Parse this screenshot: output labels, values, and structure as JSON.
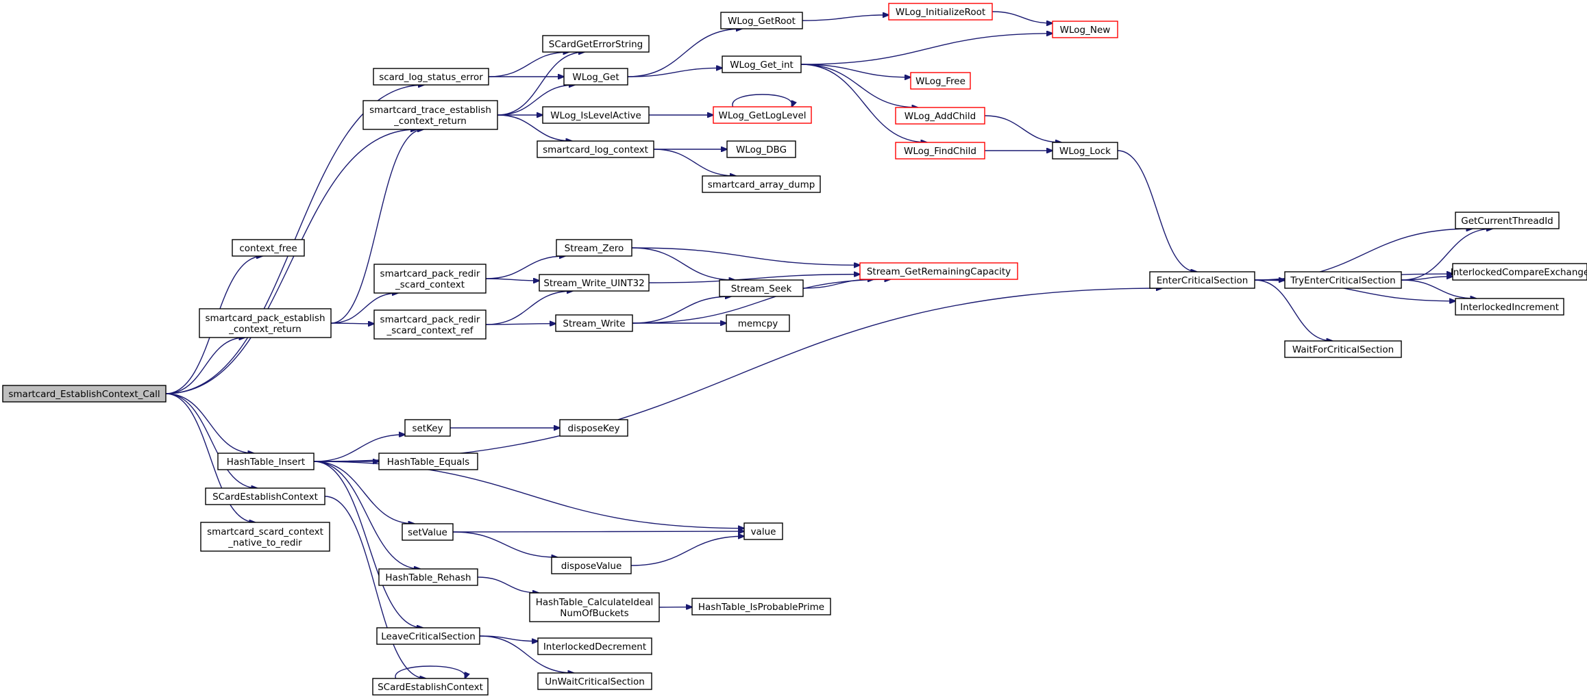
{
  "nodes": [
    {
      "id": "root",
      "lines": [
        "smartcard_EstablishContext_Call"
      ],
      "style": "root"
    },
    {
      "id": "context_free",
      "lines": [
        "context_free"
      ],
      "style": "normal"
    },
    {
      "id": "scard_log_status_error",
      "lines": [
        "scard_log_status_error"
      ],
      "style": "normal"
    },
    {
      "id": "smartcard_trace",
      "lines": [
        "smartcard_trace_establish",
        "_context_return"
      ],
      "style": "normal"
    },
    {
      "id": "smartcard_pack_establish",
      "lines": [
        "smartcard_pack_establish",
        "_context_return"
      ],
      "style": "normal"
    },
    {
      "id": "HashTable_Insert",
      "lines": [
        "HashTable_Insert"
      ],
      "style": "normal"
    },
    {
      "id": "SCardEstablishContext1",
      "lines": [
        "SCardEstablishContext"
      ],
      "style": "normal"
    },
    {
      "id": "smartcard_scard_native",
      "lines": [
        "smartcard_scard_context",
        "_native_to_redir"
      ],
      "style": "normal"
    },
    {
      "id": "SCardGetErrorString",
      "lines": [
        "SCardGetErrorString"
      ],
      "style": "normal"
    },
    {
      "id": "WLog_Get",
      "lines": [
        "WLog_Get"
      ],
      "style": "normal"
    },
    {
      "id": "WLog_IsLevelActive",
      "lines": [
        "WLog_IsLevelActive"
      ],
      "style": "normal"
    },
    {
      "id": "smartcard_log_context",
      "lines": [
        "smartcard_log_context"
      ],
      "style": "normal"
    },
    {
      "id": "WLog_GetRoot",
      "lines": [
        "WLog_GetRoot"
      ],
      "style": "normal"
    },
    {
      "id": "WLog_Get_int",
      "lines": [
        "WLog_Get_int"
      ],
      "style": "normal"
    },
    {
      "id": "WLog_InitializeRoot",
      "lines": [
        "WLog_InitializeRoot"
      ],
      "style": "red"
    },
    {
      "id": "WLog_New",
      "lines": [
        "WLog_New"
      ],
      "style": "red"
    },
    {
      "id": "WLog_Free",
      "lines": [
        "WLog_Free"
      ],
      "style": "red"
    },
    {
      "id": "WLog_AddChild",
      "lines": [
        "WLog_AddChild"
      ],
      "style": "red"
    },
    {
      "id": "WLog_FindChild",
      "lines": [
        "WLog_FindChild"
      ],
      "style": "red"
    },
    {
      "id": "WLog_Lock",
      "lines": [
        "WLog_Lock"
      ],
      "style": "normal"
    },
    {
      "id": "WLog_GetLogLevel",
      "lines": [
        "WLog_GetLogLevel"
      ],
      "style": "red"
    },
    {
      "id": "WLog_DBG",
      "lines": [
        "WLog_DBG"
      ],
      "style": "normal"
    },
    {
      "id": "smartcard_array_dump",
      "lines": [
        "smartcard_array_dump"
      ],
      "style": "normal"
    },
    {
      "id": "smartcard_pack_redir_ctx",
      "lines": [
        "smartcard_pack_redir",
        "_scard_context"
      ],
      "style": "normal"
    },
    {
      "id": "smartcard_pack_redir_ref",
      "lines": [
        "smartcard_pack_redir",
        "_scard_context_ref"
      ],
      "style": "normal"
    },
    {
      "id": "Stream_Zero",
      "lines": [
        "Stream_Zero"
      ],
      "style": "normal"
    },
    {
      "id": "Stream_Write_UINT32",
      "lines": [
        "Stream_Write_UINT32"
      ],
      "style": "normal"
    },
    {
      "id": "Stream_Write",
      "lines": [
        "Stream_Write"
      ],
      "style": "normal"
    },
    {
      "id": "Stream_Seek",
      "lines": [
        "Stream_Seek"
      ],
      "style": "normal"
    },
    {
      "id": "memcpy",
      "lines": [
        "memcpy"
      ],
      "style": "normal"
    },
    {
      "id": "Stream_GetRemainingCapacity",
      "lines": [
        "Stream_GetRemainingCapacity"
      ],
      "style": "red"
    },
    {
      "id": "EnterCriticalSection",
      "lines": [
        "EnterCriticalSection"
      ],
      "style": "normal"
    },
    {
      "id": "GetCurrentThreadId",
      "lines": [
        "GetCurrentThreadId"
      ],
      "style": "normal"
    },
    {
      "id": "TryEnterCriticalSection",
      "lines": [
        "TryEnterCriticalSection"
      ],
      "style": "normal"
    },
    {
      "id": "InterlockedCompareExchange",
      "lines": [
        "InterlockedCompareExchange"
      ],
      "style": "normal"
    },
    {
      "id": "InterlockedIncrement",
      "lines": [
        "InterlockedIncrement"
      ],
      "style": "normal"
    },
    {
      "id": "WaitForCriticalSection",
      "lines": [
        "WaitForCriticalSection"
      ],
      "style": "normal"
    },
    {
      "id": "setKey",
      "lines": [
        "setKey"
      ],
      "style": "normal"
    },
    {
      "id": "disposeKey",
      "lines": [
        "disposeKey"
      ],
      "style": "normal"
    },
    {
      "id": "HashTable_Equals",
      "lines": [
        "HashTable_Equals"
      ],
      "style": "normal"
    },
    {
      "id": "setValue",
      "lines": [
        "setValue"
      ],
      "style": "normal"
    },
    {
      "id": "value",
      "lines": [
        "value"
      ],
      "style": "normal"
    },
    {
      "id": "disposeValue",
      "lines": [
        "disposeValue"
      ],
      "style": "normal"
    },
    {
      "id": "HashTable_Rehash",
      "lines": [
        "HashTable_Rehash"
      ],
      "style": "normal"
    },
    {
      "id": "HashTable_CalculateIdeal",
      "lines": [
        "HashTable_CalculateIdeal",
        "NumOfBuckets"
      ],
      "style": "normal"
    },
    {
      "id": "HashTable_IsProbablePrime",
      "lines": [
        "HashTable_IsProbablePrime"
      ],
      "style": "normal"
    },
    {
      "id": "LeaveCriticalSection",
      "lines": [
        "LeaveCriticalSection"
      ],
      "style": "normal"
    },
    {
      "id": "InterlockedDecrement",
      "lines": [
        "InterlockedDecrement"
      ],
      "style": "normal"
    },
    {
      "id": "UnWaitCriticalSection",
      "lines": [
        "UnWaitCriticalSection"
      ],
      "style": "normal"
    },
    {
      "id": "SCardEstablishContext2",
      "lines": [
        "SCardEstablishContext"
      ],
      "style": "normal"
    }
  ],
  "edges": [
    [
      "root",
      "context_free"
    ],
    [
      "root",
      "scard_log_status_error"
    ],
    [
      "root",
      "smartcard_trace"
    ],
    [
      "root",
      "smartcard_pack_establish"
    ],
    [
      "root",
      "HashTable_Insert"
    ],
    [
      "root",
      "SCardEstablishContext1"
    ],
    [
      "root",
      "smartcard_scard_native"
    ],
    [
      "scard_log_status_error",
      "SCardGetErrorString"
    ],
    [
      "scard_log_status_error",
      "WLog_Get"
    ],
    [
      "smartcard_trace",
      "SCardGetErrorString"
    ],
    [
      "smartcard_trace",
      "WLog_Get"
    ],
    [
      "smartcard_trace",
      "WLog_IsLevelActive"
    ],
    [
      "smartcard_trace",
      "smartcard_log_context"
    ],
    [
      "WLog_Get",
      "WLog_GetRoot"
    ],
    [
      "WLog_Get",
      "WLog_Get_int"
    ],
    [
      "WLog_GetRoot",
      "WLog_InitializeRoot"
    ],
    [
      "WLog_InitializeRoot",
      "WLog_New"
    ],
    [
      "WLog_Get_int",
      "WLog_New"
    ],
    [
      "WLog_Get_int",
      "WLog_Free"
    ],
    [
      "WLog_Get_int",
      "WLog_AddChild"
    ],
    [
      "WLog_Get_int",
      "WLog_FindChild"
    ],
    [
      "WLog_AddChild",
      "WLog_Lock"
    ],
    [
      "WLog_FindChild",
      "WLog_Lock"
    ],
    [
      "WLog_IsLevelActive",
      "WLog_GetLogLevel"
    ],
    [
      "WLog_GetLogLevel",
      "WLog_GetLogLevel"
    ],
    [
      "smartcard_log_context",
      "WLog_DBG"
    ],
    [
      "smartcard_log_context",
      "smartcard_array_dump"
    ],
    [
      "WLog_Lock",
      "EnterCriticalSection"
    ],
    [
      "smartcard_pack_establish",
      "smartcard_trace"
    ],
    [
      "smartcard_pack_establish",
      "smartcard_pack_redir_ctx"
    ],
    [
      "smartcard_pack_establish",
      "smartcard_pack_redir_ref"
    ],
    [
      "smartcard_pack_redir_ctx",
      "Stream_Zero"
    ],
    [
      "smartcard_pack_redir_ctx",
      "Stream_Write_UINT32"
    ],
    [
      "smartcard_pack_redir_ref",
      "Stream_Write_UINT32"
    ],
    [
      "smartcard_pack_redir_ref",
      "Stream_Write"
    ],
    [
      "Stream_Zero",
      "Stream_GetRemainingCapacity"
    ],
    [
      "Stream_Zero",
      "Stream_Seek"
    ],
    [
      "Stream_Write_UINT32",
      "Stream_GetRemainingCapacity"
    ],
    [
      "Stream_Seek",
      "Stream_GetRemainingCapacity"
    ],
    [
      "Stream_Write",
      "Stream_Seek"
    ],
    [
      "Stream_Write",
      "memcpy"
    ],
    [
      "Stream_Write",
      "Stream_GetRemainingCapacity"
    ],
    [
      "EnterCriticalSection",
      "GetCurrentThreadId"
    ],
    [
      "EnterCriticalSection",
      "TryEnterCriticalSection"
    ],
    [
      "EnterCriticalSection",
      "InterlockedCompareExchange"
    ],
    [
      "EnterCriticalSection",
      "InterlockedIncrement"
    ],
    [
      "EnterCriticalSection",
      "WaitForCriticalSection"
    ],
    [
      "TryEnterCriticalSection",
      "GetCurrentThreadId"
    ],
    [
      "TryEnterCriticalSection",
      "InterlockedCompareExchange"
    ],
    [
      "TryEnterCriticalSection",
      "InterlockedIncrement"
    ],
    [
      "HashTable_Insert",
      "EnterCriticalSection"
    ],
    [
      "HashTable_Insert",
      "setKey"
    ],
    [
      "HashTable_Insert",
      "HashTable_Equals"
    ],
    [
      "HashTable_Insert",
      "value"
    ],
    [
      "HashTable_Insert",
      "setValue"
    ],
    [
      "HashTable_Insert",
      "HashTable_Rehash"
    ],
    [
      "HashTable_Insert",
      "LeaveCriticalSection"
    ],
    [
      "setKey",
      "disposeKey"
    ],
    [
      "setValue",
      "value"
    ],
    [
      "setValue",
      "disposeValue"
    ],
    [
      "disposeValue",
      "value"
    ],
    [
      "HashTable_Rehash",
      "HashTable_CalculateIdeal"
    ],
    [
      "HashTable_CalculateIdeal",
      "HashTable_IsProbablePrime"
    ],
    [
      "LeaveCriticalSection",
      "InterlockedDecrement"
    ],
    [
      "LeaveCriticalSection",
      "UnWaitCriticalSection"
    ],
    [
      "SCardEstablishContext1",
      "SCardEstablishContext2"
    ],
    [
      "SCardEstablishContext2",
      "SCardEstablishContext2"
    ]
  ]
}
